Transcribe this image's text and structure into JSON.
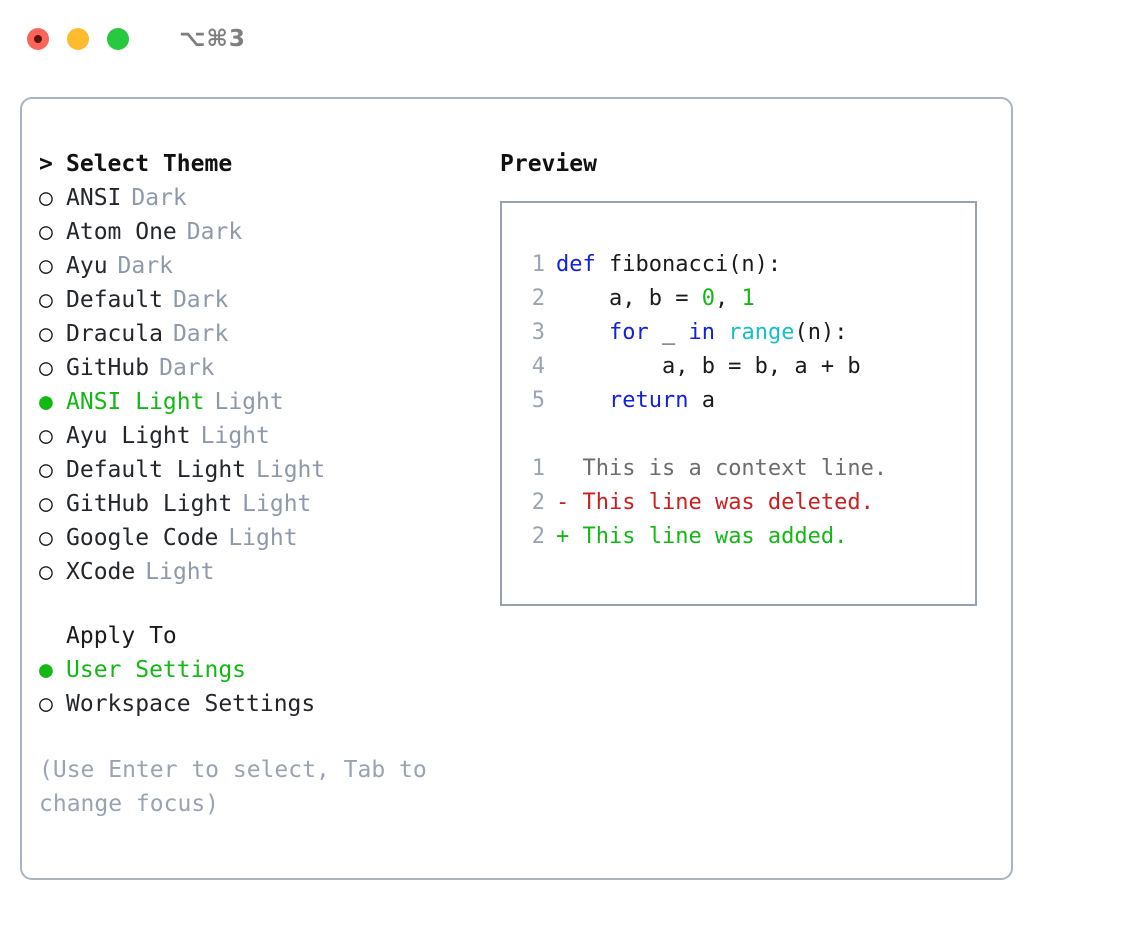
{
  "titlebar": {
    "lights": [
      {
        "name": "close",
        "color": "#fa6557"
      },
      {
        "name": "minimize",
        "color": "#fdbc2e"
      },
      {
        "name": "zoom",
        "color": "#27c93f"
      }
    ],
    "shortcut": "⌥⌘3"
  },
  "theme_list": {
    "header_marker": ">",
    "header": "Select Theme",
    "items": [
      {
        "marker": "○",
        "name": "ANSI",
        "tag": "Dark",
        "selected": false
      },
      {
        "marker": "○",
        "name": "Atom One",
        "tag": "Dark",
        "selected": false
      },
      {
        "marker": "○",
        "name": "Ayu",
        "tag": "Dark",
        "selected": false
      },
      {
        "marker": "○",
        "name": "Default",
        "tag": "Dark",
        "selected": false
      },
      {
        "marker": "○",
        "name": "Dracula",
        "tag": "Dark",
        "selected": false
      },
      {
        "marker": "○",
        "name": "GitHub",
        "tag": "Dark",
        "selected": false
      },
      {
        "marker": "●",
        "name": "ANSI Light",
        "tag": "Light",
        "selected": true
      },
      {
        "marker": "○",
        "name": "Ayu Light",
        "tag": "Light",
        "selected": false
      },
      {
        "marker": "○",
        "name": "Default Light",
        "tag": "Light",
        "selected": false
      },
      {
        "marker": "○",
        "name": "GitHub Light",
        "tag": "Light",
        "selected": false
      },
      {
        "marker": "○",
        "name": "Google Code",
        "tag": "Light",
        "selected": false
      },
      {
        "marker": "○",
        "name": "XCode",
        "tag": "Light",
        "selected": false
      }
    ]
  },
  "apply_to": {
    "label": "Apply To",
    "options": [
      {
        "marker": "●",
        "name": "User Settings",
        "selected": true
      },
      {
        "marker": "○",
        "name": "Workspace Settings",
        "selected": false
      }
    ]
  },
  "hint": "(Use Enter to select, Tab to change focus)",
  "preview": {
    "title": "Preview",
    "code_lines": [
      {
        "n": "1",
        "tokens": [
          {
            "t": "def ",
            "c": "kw"
          },
          {
            "t": "fibonacci(n):",
            "c": "txt"
          }
        ]
      },
      {
        "n": "2",
        "tokens": [
          {
            "t": "    a, b = ",
            "c": "txt"
          },
          {
            "t": "0",
            "c": "num"
          },
          {
            "t": ", ",
            "c": "txt"
          },
          {
            "t": "1",
            "c": "num"
          }
        ]
      },
      {
        "n": "3",
        "tokens": [
          {
            "t": "    ",
            "c": "txt"
          },
          {
            "t": "for",
            "c": "kw"
          },
          {
            "t": " _ ",
            "c": "txt"
          },
          {
            "t": "in",
            "c": "kw"
          },
          {
            "t": " ",
            "c": "txt"
          },
          {
            "t": "range",
            "c": "fn"
          },
          {
            "t": "(n):",
            "c": "txt"
          }
        ]
      },
      {
        "n": "4",
        "tokens": [
          {
            "t": "        a, b = b, a + b",
            "c": "txt"
          }
        ]
      },
      {
        "n": "5",
        "tokens": [
          {
            "t": "    ",
            "c": "txt"
          },
          {
            "t": "return",
            "c": "kw"
          },
          {
            "t": " a",
            "c": "txt"
          }
        ]
      }
    ],
    "diff_lines": [
      {
        "n": "1",
        "sign": " ",
        "text": " This is a context line.",
        "kind": "ctx"
      },
      {
        "n": "2",
        "sign": "-",
        "text": " This line was deleted.",
        "kind": "del"
      },
      {
        "n": "2",
        "sign": "+",
        "text": " This line was added.",
        "kind": "add"
      }
    ]
  },
  "colors": {
    "accent_green": "#14b814",
    "muted": "#8e99aa",
    "keyword_blue": "#1122dd",
    "function_cyan": "#16c0c8",
    "diff_red": "#cc1f1f",
    "border": "#aab4c0"
  }
}
